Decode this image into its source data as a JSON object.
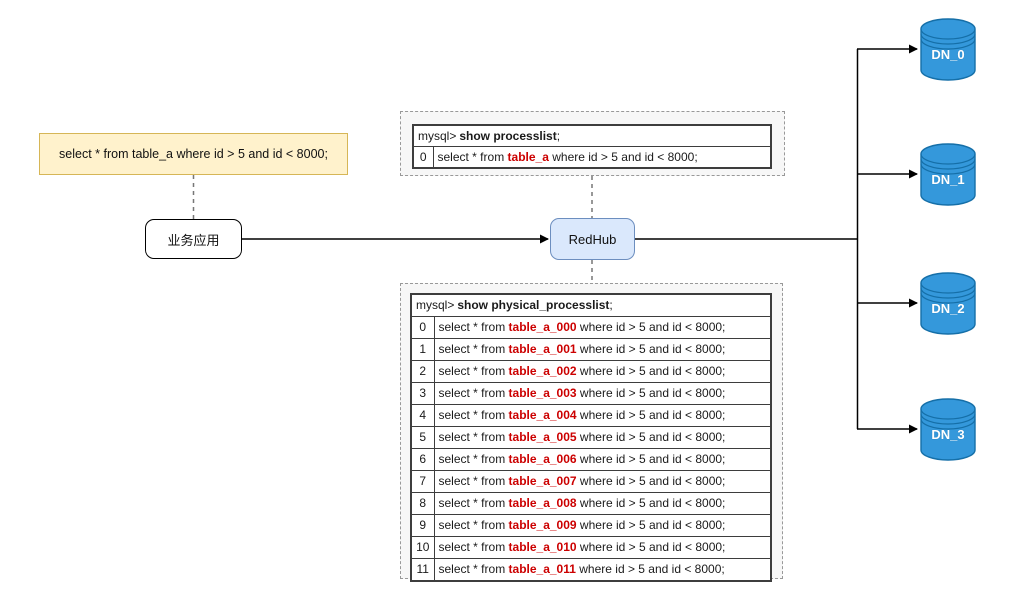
{
  "colors": {
    "note_fill": "#FFF2CC",
    "note_border": "#D6B656",
    "hub_fill": "#DAE8FC",
    "hub_border": "#6C8EBF",
    "db_fill": "#3498DB",
    "db_border": "#156FA8",
    "table_red": "#CC0000",
    "panel_fill": "#F7F7F7",
    "panel_border": "#999999"
  },
  "note": {
    "text": "select * from table_a where id > 5 and id < 8000;"
  },
  "app": {
    "label": "业务应用"
  },
  "hub": {
    "label": "RedHub"
  },
  "logical_panel": {
    "prompt": "mysql>",
    "command": "show processlist",
    "suffix": ";",
    "rows": [
      {
        "id": "0",
        "prefix": "select * from",
        "table": "table_a",
        "suffix": "where id > 5 and id < 8000;"
      }
    ]
  },
  "physical_panel": {
    "prompt": "mysql>",
    "command": "show physical_processlist",
    "suffix": ";",
    "rows": [
      {
        "id": "0",
        "prefix": "select * from",
        "table": "table_a_000",
        "suffix": "where id > 5 and id < 8000;"
      },
      {
        "id": "1",
        "prefix": "select * from",
        "table": "table_a_001",
        "suffix": "where id > 5 and id < 8000;"
      },
      {
        "id": "2",
        "prefix": "select * from",
        "table": "table_a_002",
        "suffix": "where id > 5 and id < 8000;"
      },
      {
        "id": "3",
        "prefix": "select * from",
        "table": "table_a_003",
        "suffix": "where id > 5 and id < 8000;"
      },
      {
        "id": "4",
        "prefix": "select * from",
        "table": "table_a_004",
        "suffix": "where id > 5 and id < 8000;"
      },
      {
        "id": "5",
        "prefix": "select * from",
        "table": "table_a_005",
        "suffix": "where id > 5 and id < 8000;"
      },
      {
        "id": "6",
        "prefix": "select * from",
        "table": "table_a_006",
        "suffix": "where id > 5 and id < 8000;"
      },
      {
        "id": "7",
        "prefix": "select * from",
        "table": "table_a_007",
        "suffix": "where id > 5 and id < 8000;"
      },
      {
        "id": "8",
        "prefix": "select * from",
        "table": "table_a_008",
        "suffix": "where id > 5 and id < 8000;"
      },
      {
        "id": "9",
        "prefix": "select * from",
        "table": "table_a_009",
        "suffix": "where id > 5 and id < 8000;"
      },
      {
        "id": "10",
        "prefix": "select * from",
        "table": "table_a_010",
        "suffix": "where id > 5 and id < 8000;"
      },
      {
        "id": "11",
        "prefix": "select * from",
        "table": "table_a_011",
        "suffix": "where id > 5 and id < 8000;"
      }
    ]
  },
  "data_nodes": [
    {
      "label": "DN_0"
    },
    {
      "label": "DN_1"
    },
    {
      "label": "DN_2"
    },
    {
      "label": "DN_3"
    }
  ]
}
